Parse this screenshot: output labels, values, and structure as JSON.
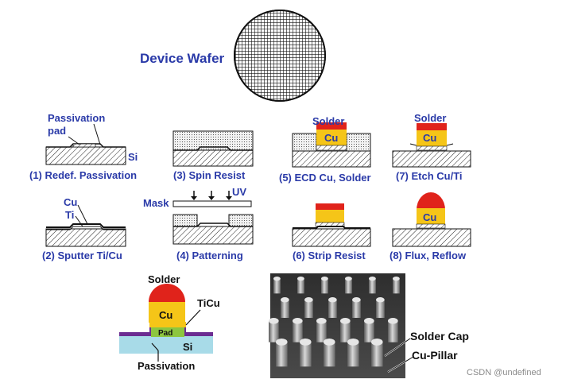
{
  "wafer": {
    "title": "Device Wafer"
  },
  "steps": [
    {
      "caption": "(1) Redef.  Passivation",
      "labels": [
        "Passivation",
        "pad",
        "Si"
      ]
    },
    {
      "caption": "(2) Sputter Ti/Cu",
      "labels": [
        "Cu",
        "Ti"
      ]
    },
    {
      "caption": "(3) Spin Resist",
      "labels": []
    },
    {
      "caption": "(4) Patterning",
      "labels": [
        "Mask",
        "UV"
      ]
    },
    {
      "caption": "(5) ECD Cu, Solder",
      "labels": [
        "Solder",
        "Cu"
      ]
    },
    {
      "caption": "(6) Strip Resist",
      "labels": []
    },
    {
      "caption": "(7) Etch Cu/Ti",
      "labels": [
        "Solder",
        "Cu"
      ]
    },
    {
      "caption": "(8) Flux, Reflow",
      "labels": [
        "Cu"
      ]
    }
  ],
  "cross_section": {
    "labels": {
      "solder": "Solder",
      "cu": "Cu",
      "ticu": "TiCu",
      "pad": "Pad",
      "si": "Si",
      "passivation": "Passivation"
    },
    "colors": {
      "solder": "#e0231b",
      "cu": "#f5c518",
      "pad": "#8dc63f",
      "passivation": "#6b2c91",
      "si": "#a8dbe8"
    }
  },
  "sem_photo": {
    "labels": {
      "solder_cap": "Solder Cap",
      "cu_pillar": "Cu-Pillar"
    }
  },
  "footer": {
    "watermark": "CSDN @undefined"
  }
}
